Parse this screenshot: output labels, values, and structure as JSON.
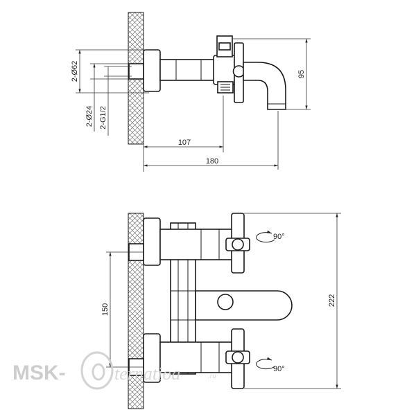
{
  "top_view": {
    "dim_107": "107",
    "dim_180": "180",
    "dim_95": "95",
    "dim_62": "2-Ø62",
    "dim_24": "2-Ø24",
    "dim_g12": "2-G1/2"
  },
  "front_view": {
    "dim_150": "150",
    "dim_222": "222",
    "rot_top": "90°",
    "rot_bottom": "90°"
  },
  "watermark": {
    "brand": "MSK-",
    "script": "ternatioa",
    "suffix": ".ru"
  }
}
